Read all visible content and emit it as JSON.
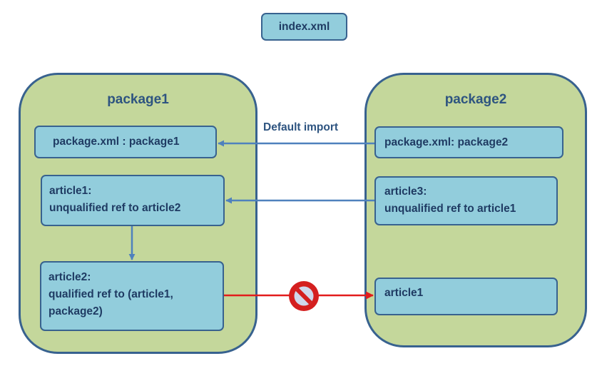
{
  "index_box": {
    "label": "index.xml"
  },
  "package1": {
    "title": "package1",
    "boxes": [
      {
        "label": "package.xml : package1"
      },
      {
        "label": "article1:\nunqualified ref to article2"
      },
      {
        "label": "article2:\nqualified ref to (article1,\npackage2)"
      }
    ]
  },
  "package2": {
    "title": "package2",
    "boxes": [
      {
        "label": "package.xml: package2"
      },
      {
        "label": "article3:\nunqualified ref to article1"
      },
      {
        "label": "article1"
      }
    ]
  },
  "edges": {
    "default_import": {
      "label": "Default import"
    },
    "blocked_ref": {
      "icon": "prohibited-icon"
    }
  },
  "colors": {
    "package_fill": "#c4d79b",
    "package_border": "#38628f",
    "box_fill": "#92cddc",
    "text": "#1f3b63",
    "arrow": "#4f81bd",
    "blocked_arrow": "#e21c1c",
    "prohibited_icon": "#d41f1f"
  }
}
